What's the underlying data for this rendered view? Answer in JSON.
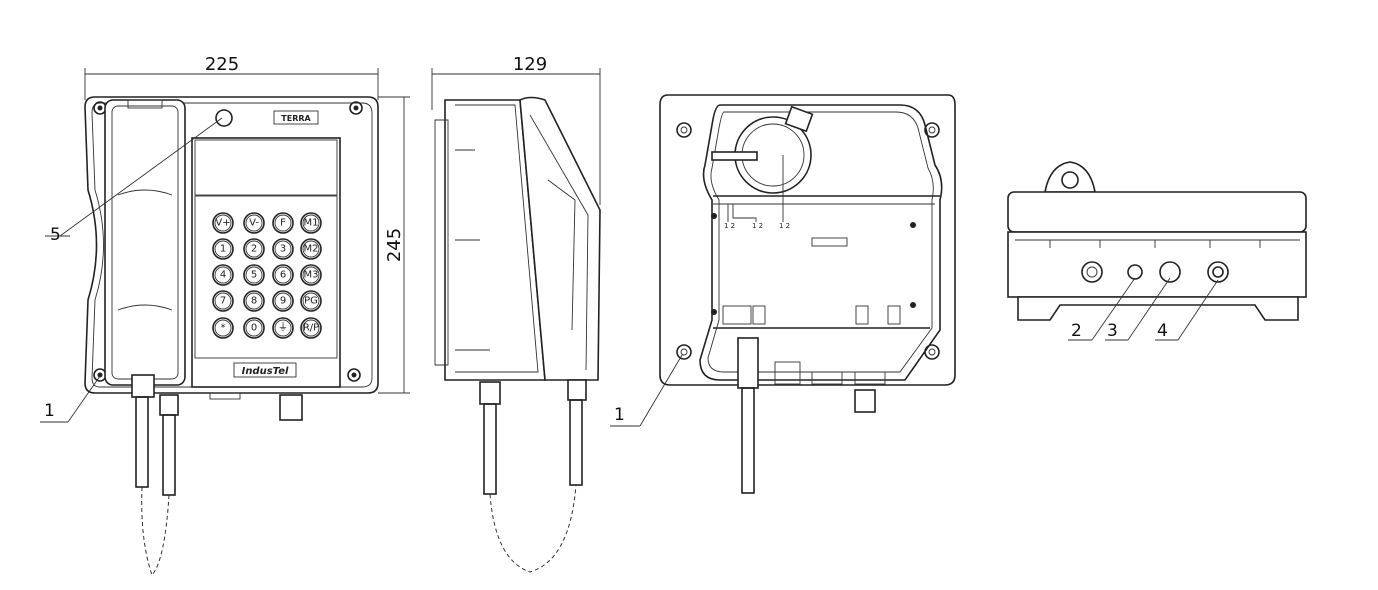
{
  "dimensions": {
    "width": "225",
    "depth": "129",
    "height": "245"
  },
  "front_view": {
    "brand_top": "TERRA",
    "brand_bottom": "IndusTel",
    "keys": [
      "V+",
      "V-",
      "F",
      "M1",
      "1",
      "2",
      "3",
      "M2",
      "4",
      "5",
      "6",
      "M3",
      "7",
      "8",
      "9",
      "PG",
      "*",
      "0",
      "⏚",
      "R/P"
    ]
  },
  "callouts": {
    "front_fixing": "1",
    "front_led": "5",
    "back_fixing": "1",
    "bottom_2": "2",
    "bottom_3": "3",
    "bottom_4": "4"
  },
  "back_view": {
    "terminal_labels": [
      "1 2",
      "1 2",
      "1 2"
    ]
  }
}
